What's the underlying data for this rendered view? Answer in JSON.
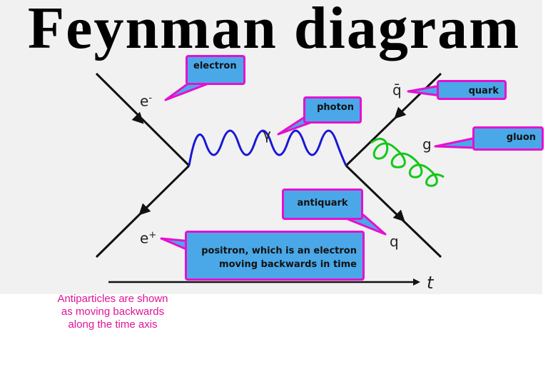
{
  "title": "Feynman diagram",
  "particles": {
    "electron_symbol": "e",
    "electron_charge": "-",
    "positron_symbol": "e",
    "positron_charge": "+",
    "photon_symbol": "γ",
    "antiquark_symbol": "q̄",
    "quark_symbol": "q",
    "gluon_symbol": "g"
  },
  "callouts": {
    "electron": "electron",
    "photon": "photon",
    "quark": "quark",
    "gluon": "gluon",
    "antiquark": "antiquark",
    "positron_line1": "positron, which is an electron",
    "positron_line2": "moving backwards in time"
  },
  "axis": {
    "label": "t"
  },
  "note": "Antiparticles are shown as moving backwards along the time axis",
  "colors": {
    "photon_wave": "#1a17d6",
    "gluon_coil": "#14c81a",
    "callout_fill": "#4aa8e8",
    "callout_border": "#e60fd0",
    "note_text": "#e0139a"
  }
}
